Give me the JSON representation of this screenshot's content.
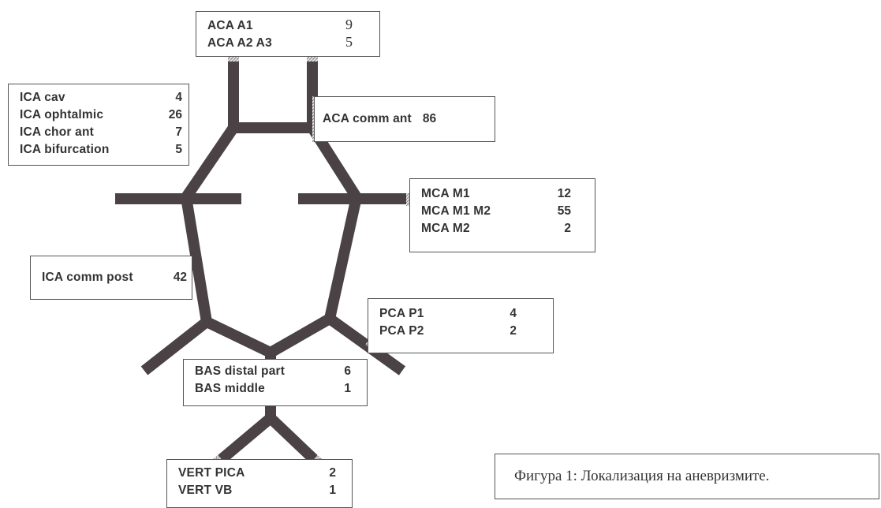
{
  "labels": {
    "aca": [
      {
        "name": "ACA A1",
        "count": "9"
      },
      {
        "name": "ACA A2 A3",
        "count": "5"
      }
    ],
    "ica_top": [
      {
        "name": "ICA cav",
        "count": "4"
      },
      {
        "name": "ICA ophtalmic",
        "count": "26"
      },
      {
        "name": "ICA chor ant",
        "count": "7"
      },
      {
        "name": "ICA bifurcation",
        "count": "5"
      }
    ],
    "aca_comm": {
      "name": "ACA comm ant",
      "count": "86"
    },
    "mca": [
      {
        "name": "MCA M1",
        "count": "12"
      },
      {
        "name": "MCA M1 M2",
        "count": "55"
      },
      {
        "name": "MCA M2",
        "count": "2"
      }
    ],
    "ica_comm_post": {
      "name": "ICA comm post",
      "count": "42"
    },
    "pca": [
      {
        "name": "PCA P1",
        "count": "4"
      },
      {
        "name": "PCA P2",
        "count": "2"
      }
    ],
    "bas": [
      {
        "name": "BAS distal part",
        "count": "6"
      },
      {
        "name": "BAS middle",
        "count": "1"
      }
    ],
    "vert": [
      {
        "name": "VERT PICA",
        "count": "2"
      },
      {
        "name": "VERT VB",
        "count": "1"
      }
    ]
  },
  "caption": "Фигура 1: Локализация на аневризмите.",
  "colors": {
    "vessel": "#4a4244",
    "border": "#555555",
    "text": "#333333"
  }
}
